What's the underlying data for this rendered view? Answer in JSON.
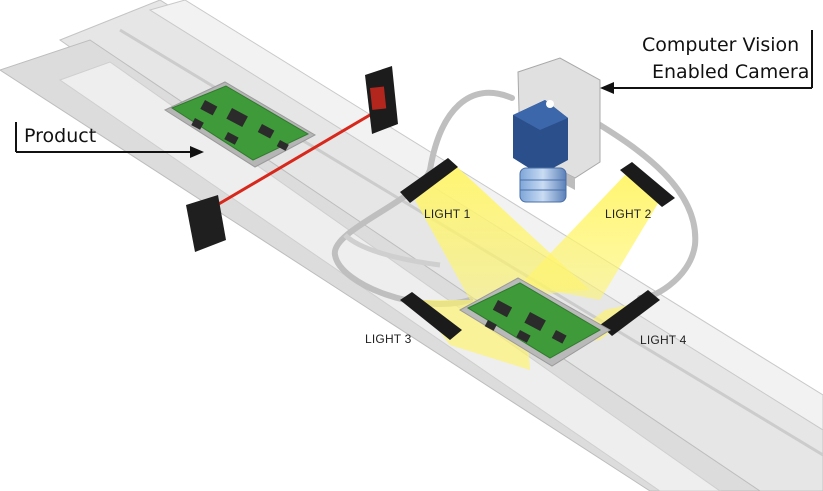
{
  "labels": {
    "camera_line1": "Computer Vision",
    "camera_line2": "Enabled Camera",
    "product": "Product",
    "light1": "LIGHT 1",
    "light2": "LIGHT 2",
    "light3": "LIGHT 3",
    "light4": "LIGHT 4"
  },
  "colors": {
    "board_green": "#3f9a3a",
    "light_beam": "#fff25a",
    "laser_red": "#d8281c",
    "camera_blue": "#2a4f8a",
    "rail_gray": "#d9d9d9"
  }
}
